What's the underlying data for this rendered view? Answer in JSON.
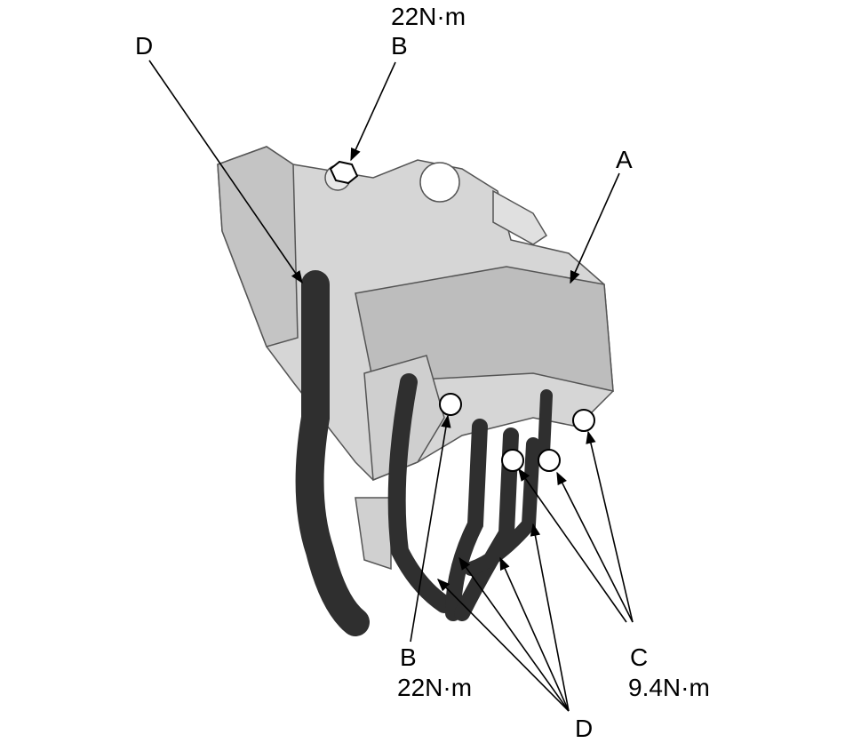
{
  "labels": {
    "top_torque": "22N·m",
    "top_b": "B",
    "top_d": "D",
    "a": "A",
    "bottom_b": "B",
    "bottom_b_torque": "22N·m",
    "c": "C",
    "c_torque": "9.4N·m",
    "bottom_d": "D"
  },
  "colors": {
    "part": "#d6d6d6",
    "part_shade": "#a8a8a8",
    "cable": "#3a3a3a",
    "line": "#000000"
  }
}
